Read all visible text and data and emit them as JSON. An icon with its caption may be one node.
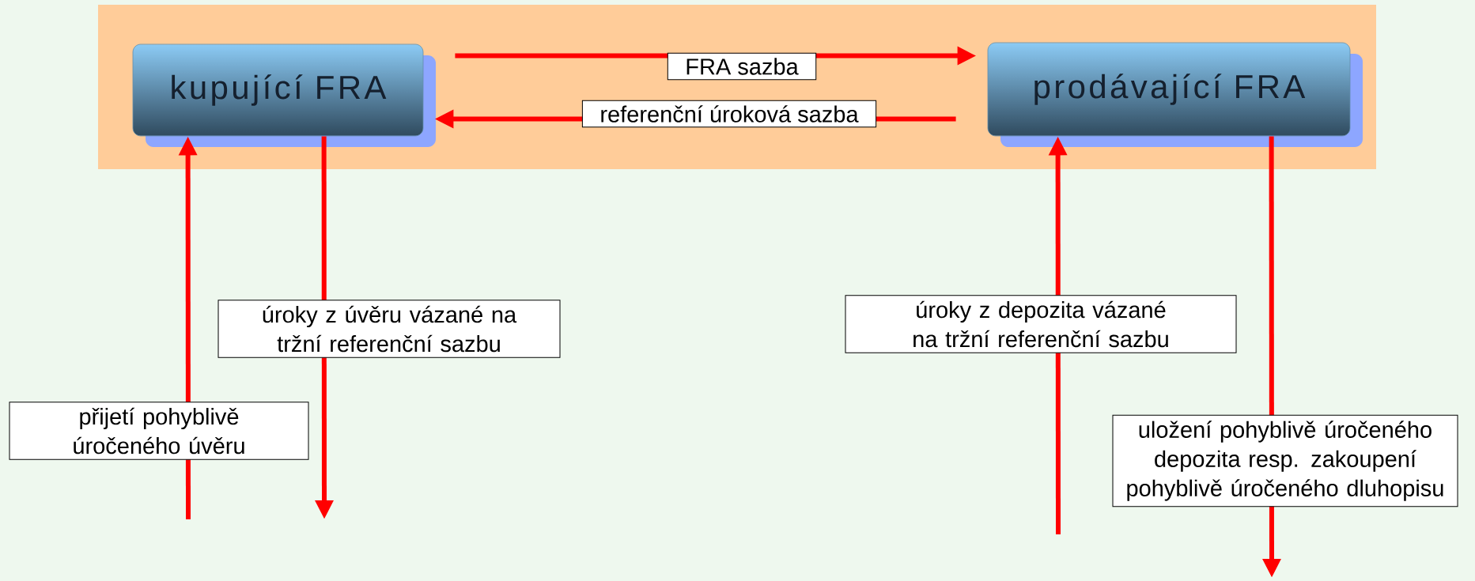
{
  "diagram": {
    "nodes": [
      {
        "text": [
          "kupující FRA"
        ]
      },
      {
        "text": [
          "prodávající FRA"
        ]
      }
    ],
    "edges": [
      {
        "from": 0,
        "to": 1,
        "arrow": "to",
        "label": "FRA sazba"
      },
      {
        "from": 1,
        "to": 0,
        "arrow": "to",
        "label": "referenční úroková sazba"
      },
      {
        "from": null,
        "to": 0,
        "arrow": "to",
        "label": "přijetí pohyblivě úročeného úvěru"
      },
      {
        "from": 0,
        "to": null,
        "arrow": "to",
        "label": "úroky z úvěru vázané na tržní referenční sazbu"
      },
      {
        "from": null,
        "to": 1,
        "arrow": "to",
        "label": "úroky z depozita vázané na tržní referenční sazbu"
      },
      {
        "from": 1,
        "to": null,
        "arrow": "to",
        "label": "uložení pohyblivě úročeného depozita resp. zakoupení pohyblivě úročeného dluhopisu"
      }
    ]
  }
}
